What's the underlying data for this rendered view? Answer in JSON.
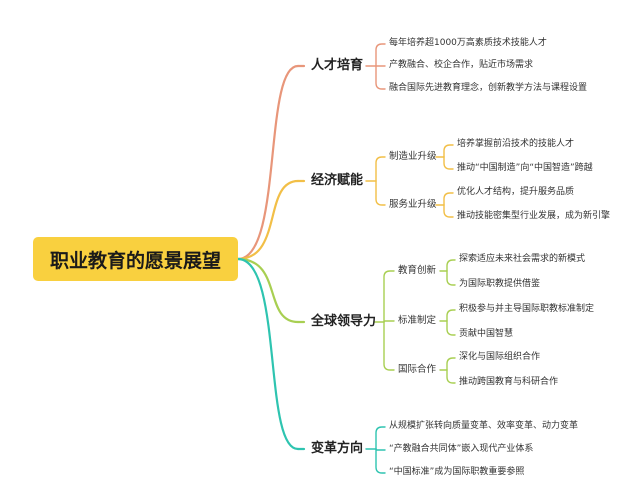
{
  "root": {
    "label": "职业教育的愿景展望"
  },
  "colors": {
    "root_fill": "#f9d03f",
    "branch1": "#e8967a",
    "branch2": "#f2bf47",
    "branch3": "#a8cf52",
    "branch4": "#2ec4b0"
  },
  "branches": [
    {
      "label": "人才培育",
      "leaves": [
        "每年培养超1000万高素质技术技能人才",
        "产教融合、校企合作，贴近市场需求",
        "融合国际先进教育理念，创新教学方法与课程设置"
      ]
    },
    {
      "label": "经济赋能",
      "groups": [
        {
          "label": "制造业升级",
          "leaves": [
            "培养掌握前沿技术的技能人才",
            "推动“中国制造”向“中国智造”跨越"
          ]
        },
        {
          "label": "服务业升级",
          "leaves": [
            "优化人才结构，提升服务品质",
            "推动技能密集型行业发展，成为新引擎"
          ]
        }
      ]
    },
    {
      "label": "全球领导力",
      "groups": [
        {
          "label": "教育创新",
          "leaves": [
            "探索适应未来社会需求的新模式",
            "为国际职教提供借鉴"
          ]
        },
        {
          "label": "标准制定",
          "leaves": [
            "积极参与并主导国际职教标准制定",
            "贡献中国智慧"
          ]
        },
        {
          "label": "国际合作",
          "leaves": [
            "深化与国际组织合作",
            "推动跨国教育与科研合作"
          ]
        }
      ]
    },
    {
      "label": "变革方向",
      "leaves": [
        "从规模扩张转向质量变革、效率变革、动力变革",
        "“产教融合共同体”嵌入现代产业体系",
        "“中国标准”成为国际职教重要参照"
      ]
    }
  ]
}
